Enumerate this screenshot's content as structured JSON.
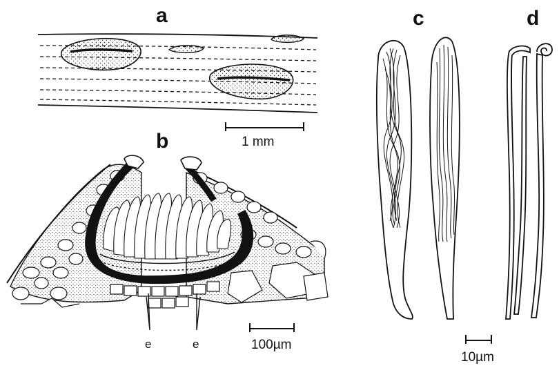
{
  "panel_labels": {
    "a": "a",
    "b": "b",
    "c": "c",
    "d": "d"
  },
  "scale_bars": {
    "a": "1 mm",
    "b": "100µm",
    "c": "10µm"
  },
  "annotations": {
    "e1": "e",
    "e2": "e"
  },
  "colors": {
    "ink": "#111111",
    "paper": "#ffffff"
  }
}
